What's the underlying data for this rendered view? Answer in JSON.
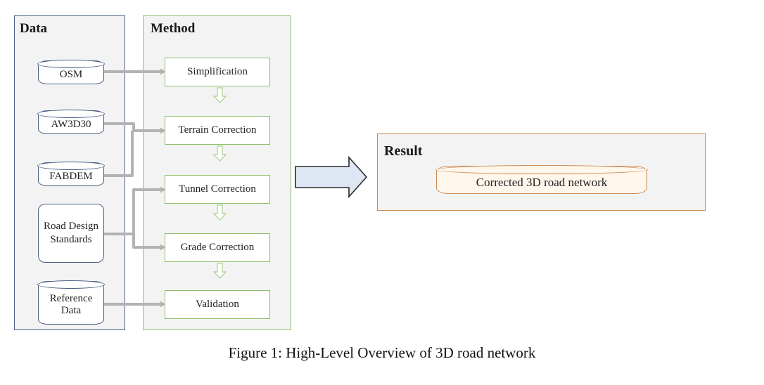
{
  "top_fragment": "",
  "data_panel": {
    "title": "Data",
    "items": {
      "osm": "OSM",
      "aw3d30": "AW3D30",
      "fabdem": "FABDEM",
      "road_design_standards": "Road Design Standards",
      "reference_data": "Reference Data"
    }
  },
  "method_panel": {
    "title": "Method",
    "steps": {
      "simplification": "Simplification",
      "terrain_correction": "Terrain Correction",
      "tunnel_correction": "Tunnel Correction",
      "grade_correction": "Grade Correction",
      "validation": "Validation"
    }
  },
  "result_panel": {
    "title": "Result",
    "output": "Corrected 3D road network"
  },
  "caption": "Figure 1: High-Level Overview of 3D road network",
  "colors": {
    "data_border": "#4a5f86",
    "method_border": "#8ec06c",
    "result_border": "#c88a55",
    "connector": "#b3b3b3",
    "big_arrow_fill": "#dde6f2",
    "big_arrow_stroke": "#2b2b2b"
  }
}
